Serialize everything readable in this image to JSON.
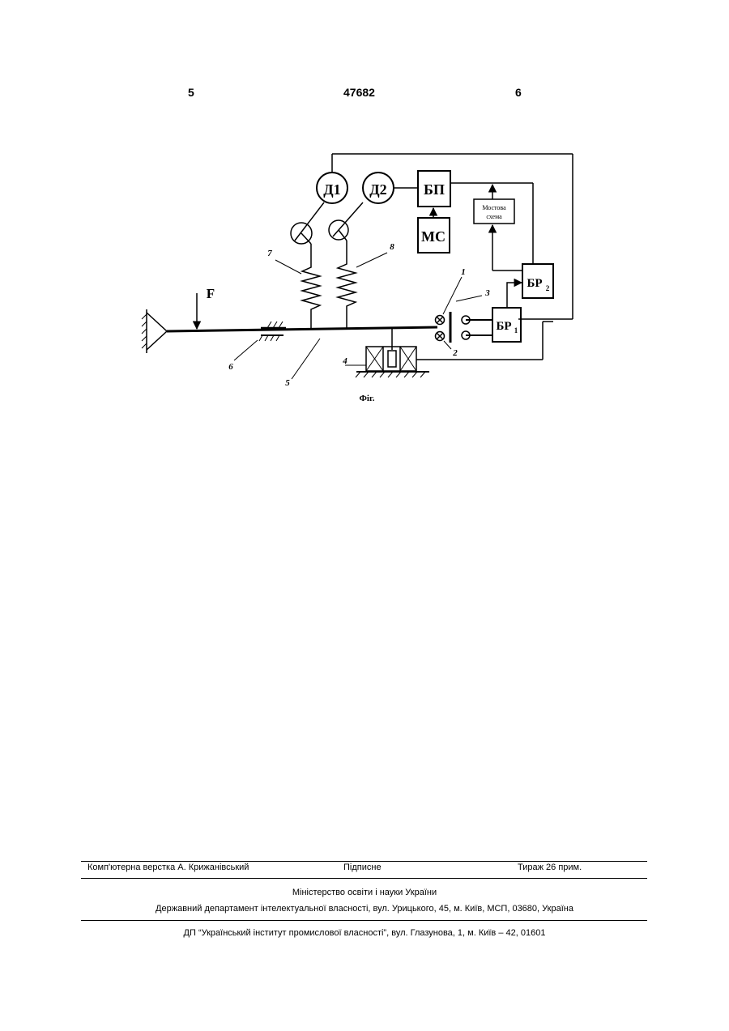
{
  "header": {
    "left_page": "5",
    "patent_number": "47682",
    "right_page": "6"
  },
  "figure": {
    "force_label": "F",
    "blocks": {
      "d1": "Д1",
      "d2": "Д2",
      "bp": "БП",
      "ms": "МС",
      "bridge_line1": "Мостова",
      "bridge_line2": "схема",
      "br2": "БР",
      "br2_sub": "2",
      "br1": "БР",
      "br1_sub": "1"
    },
    "numbers": {
      "n1": "1",
      "n2": "2",
      "n3": "3",
      "n4": "4",
      "n5": "5",
      "n6": "6",
      "n7": "7",
      "n8": "8"
    },
    "caption": "Фіг."
  },
  "footer": {
    "typesetting": "Комп'ютерна верстка А. Крижанівський",
    "signed": "Підписне",
    "circulation": "Тираж 26 прим.",
    "ministry": "Міністерство освіти і науки України",
    "department": "Державний департамент інтелектуальної власності, вул. Урицького, 45, м. Київ, МСП, 03680, Україна",
    "institute": "ДП “Український інститут промислової власності”, вул. Глазунова, 1, м. Київ – 42, 01601"
  }
}
